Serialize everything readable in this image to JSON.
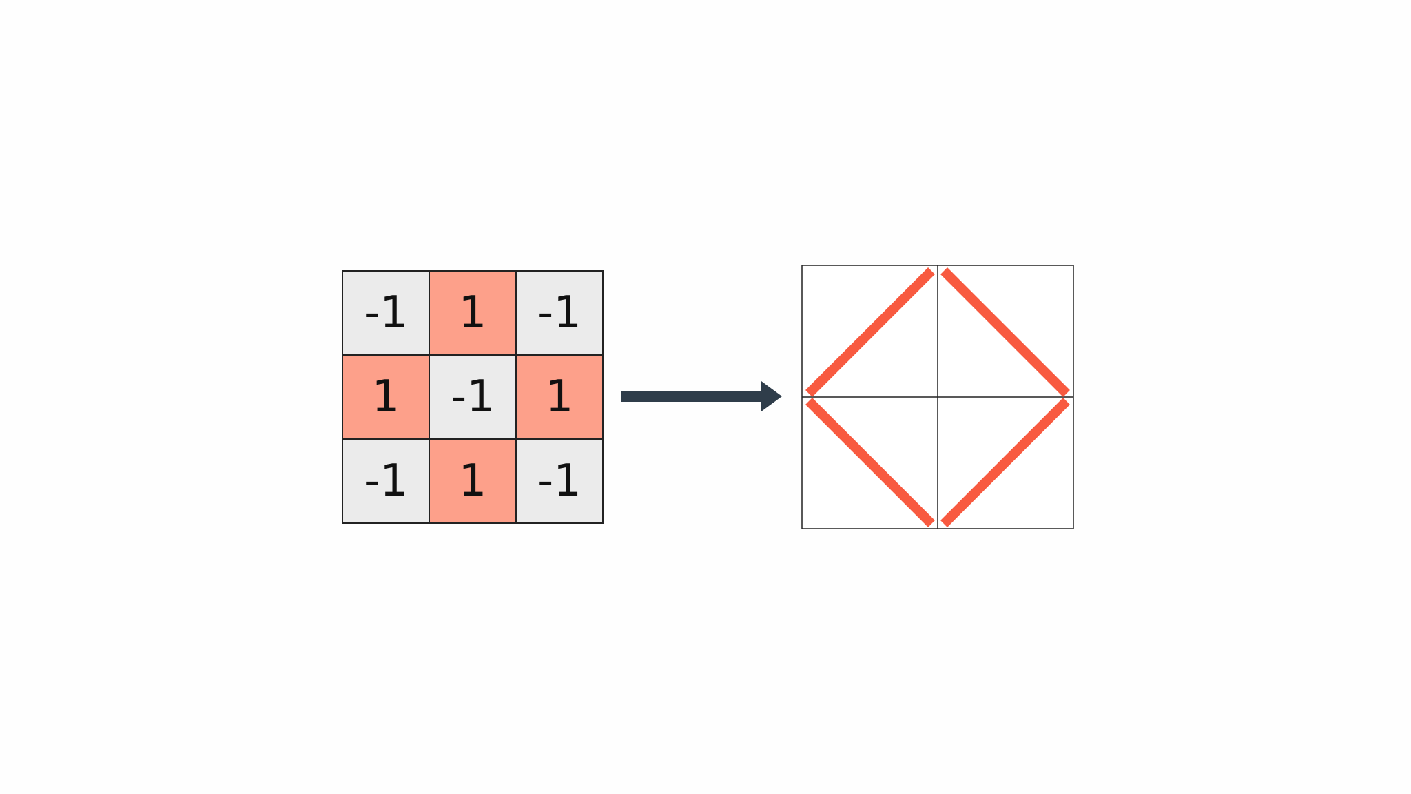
{
  "matrix": {
    "rows": [
      [
        {
          "value": "-1",
          "color": "#ebebeb"
        },
        {
          "value": "1",
          "color": "#fda08a"
        },
        {
          "value": "-1",
          "color": "#ebebeb"
        }
      ],
      [
        {
          "value": "1",
          "color": "#fda08a"
        },
        {
          "value": "-1",
          "color": "#ebebeb"
        },
        {
          "value": "1",
          "color": "#fda08a"
        }
      ],
      [
        {
          "value": "-1",
          "color": "#ebebeb"
        },
        {
          "value": "1",
          "color": "#fda08a"
        },
        {
          "value": "-1",
          "color": "#ebebeb"
        }
      ]
    ]
  },
  "arrow": {
    "color": "#2f3d4a",
    "direction": "right"
  },
  "pattern": {
    "shape": "diamond",
    "stroke_color": "#f85a40",
    "grid_color": "#222222"
  }
}
